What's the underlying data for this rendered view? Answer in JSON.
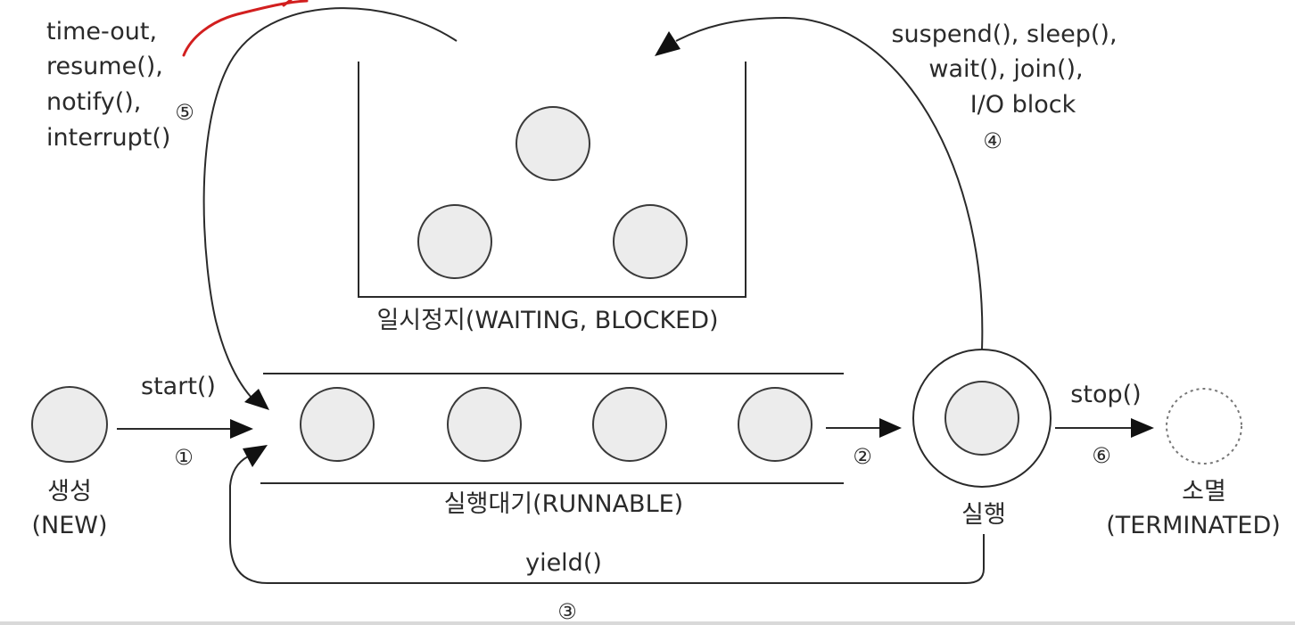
{
  "states": {
    "new_ko": "생성",
    "new_en": "(NEW)",
    "runnable": "실행대기(RUNNABLE)",
    "waiting": "일시정지(WAITING, BLOCKED)",
    "running": "실행",
    "terminated_ko": "소멸",
    "terminated_en": "(TERMINATED)"
  },
  "transitions": {
    "start": {
      "label": "start()",
      "number": "①"
    },
    "to_running": {
      "number": "②"
    },
    "yield": {
      "label": "yield()",
      "number": "③"
    },
    "to_waiting": {
      "lines": [
        "suspend(), sleep(),",
        "wait(), join(),",
        "I/O block"
      ],
      "number": "④"
    },
    "from_waiting": {
      "lines": [
        "time-out,",
        "resume(),",
        "notify(),",
        "interrupt()"
      ],
      "number": "⑤"
    },
    "stop": {
      "label": "stop()",
      "number": "⑥"
    }
  }
}
